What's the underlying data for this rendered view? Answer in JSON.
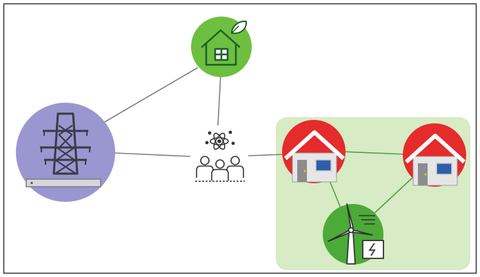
{
  "nodes": [
    {
      "id": "eco-home",
      "icon": "eco-house-leaf-icon"
    },
    {
      "id": "transmission-tower",
      "icon": "power-pylon-icon"
    },
    {
      "id": "community",
      "icon": "people-atom-icon"
    },
    {
      "id": "house-left",
      "icon": "red-roof-house-icon"
    },
    {
      "id": "house-right",
      "icon": "red-roof-house-icon"
    },
    {
      "id": "wind-generation",
      "icon": "wind-turbine-icon"
    }
  ],
  "groups": [
    {
      "id": "microgrid-cluster",
      "members": [
        "house-left",
        "house-right",
        "wind-generation"
      ]
    }
  ],
  "edges": [
    {
      "from": "transmission-tower",
      "to": "eco-home"
    },
    {
      "from": "eco-home",
      "to": "community"
    },
    {
      "from": "transmission-tower",
      "to": "community"
    },
    {
      "from": "community",
      "to": "house-left"
    },
    {
      "from": "house-left",
      "to": "house-right"
    },
    {
      "from": "house-left",
      "to": "wind-generation"
    },
    {
      "from": "house-right",
      "to": "wind-generation"
    }
  ],
  "colors": {
    "frame": "#333333",
    "edge": "#808080",
    "eco_circle": "#6dbf3f",
    "tower_circle": "#9a96d0",
    "house_circle": "#e52b2b",
    "wind_circle": "#4cab38",
    "cluster_bg": "#d7ebc4"
  }
}
